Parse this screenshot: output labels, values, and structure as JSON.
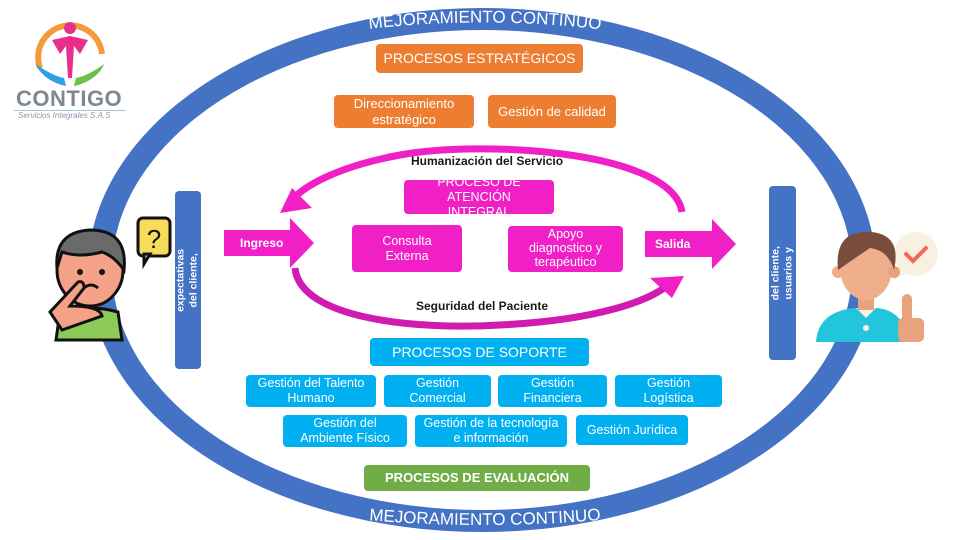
{
  "logo": {
    "name": "CONTIGO",
    "subtitle": "Servicios Integrales S.A.S"
  },
  "ring": {
    "top_label": "MEJORAMIENTO  CONTINUO",
    "bottom_label": "MEJORAMIENTO  CONTINUO",
    "color": "#4472C4"
  },
  "strategic": {
    "title": "PROCESOS ESTRATÉGICOS",
    "items": [
      "Direccionamiento estratégico",
      "Gestión de calidad"
    ],
    "color": "#ED7D31"
  },
  "care": {
    "top_loop_label": "Humanización del Servicio",
    "bottom_loop_label": "Seguridad del Paciente",
    "title": "PROCESO DE ATENCIÓN INTEGRAL",
    "items": [
      "Consulta Externa",
      "Apoyo diagnostico y terapéutico"
    ],
    "entry_label": "Ingreso",
    "exit_label": "Salida",
    "color": "#F01FC6"
  },
  "support": {
    "title": "PROCESOS DE SOPORTE",
    "items": [
      "Gestión del Talento Humano",
      "Gestión Comercial",
      "Gestión Financiera",
      "Gestión Logística",
      "Gestión del Ambiente Físico",
      "Gestión de la tecnología e información",
      "Gestión  Jurídica"
    ],
    "color": "#00B0F0"
  },
  "evaluation": {
    "title": "PROCESOS DE EVALUACIÓN",
    "color": "#70AD47"
  },
  "input_side": {
    "text": "Necesidades y expectativas del cliente, usuario y su familia.",
    "icon": "thinking-person-icon"
  },
  "output_side": {
    "text": "Satisfacción del cliente, usuarios y su familia.",
    "icon": "satisfied-person-icon"
  }
}
